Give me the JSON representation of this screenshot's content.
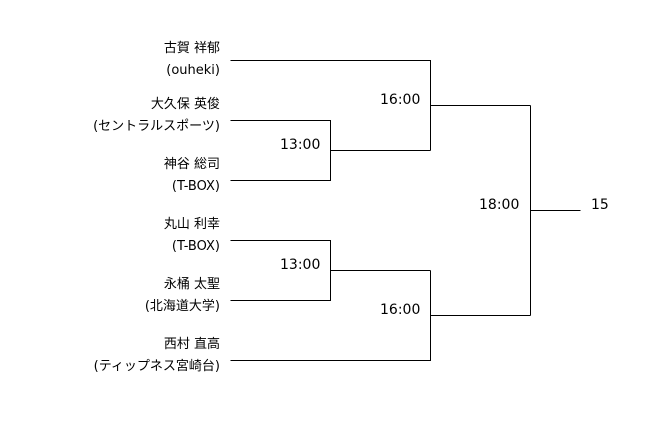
{
  "players": [
    {
      "name": "古賀 祥郁",
      "affiliation": "(ouheki)"
    },
    {
      "name": "大久保 英俊",
      "affiliation": "(セントラルスポーツ)"
    },
    {
      "name": "神谷 総司",
      "affiliation": "(T-BOX)"
    },
    {
      "name": "丸山 利幸",
      "affiliation": "(T-BOX)"
    },
    {
      "name": "永桶 太聖",
      "affiliation": "(北海道大学)"
    },
    {
      "name": "西村 直高",
      "affiliation": "(ティップネス宮崎台)"
    }
  ],
  "matches": {
    "r1_top": "13:00",
    "r1_bottom": "13:00",
    "semi_top": "16:00",
    "semi_bottom": "16:00",
    "final": "18:00"
  },
  "result": "15"
}
